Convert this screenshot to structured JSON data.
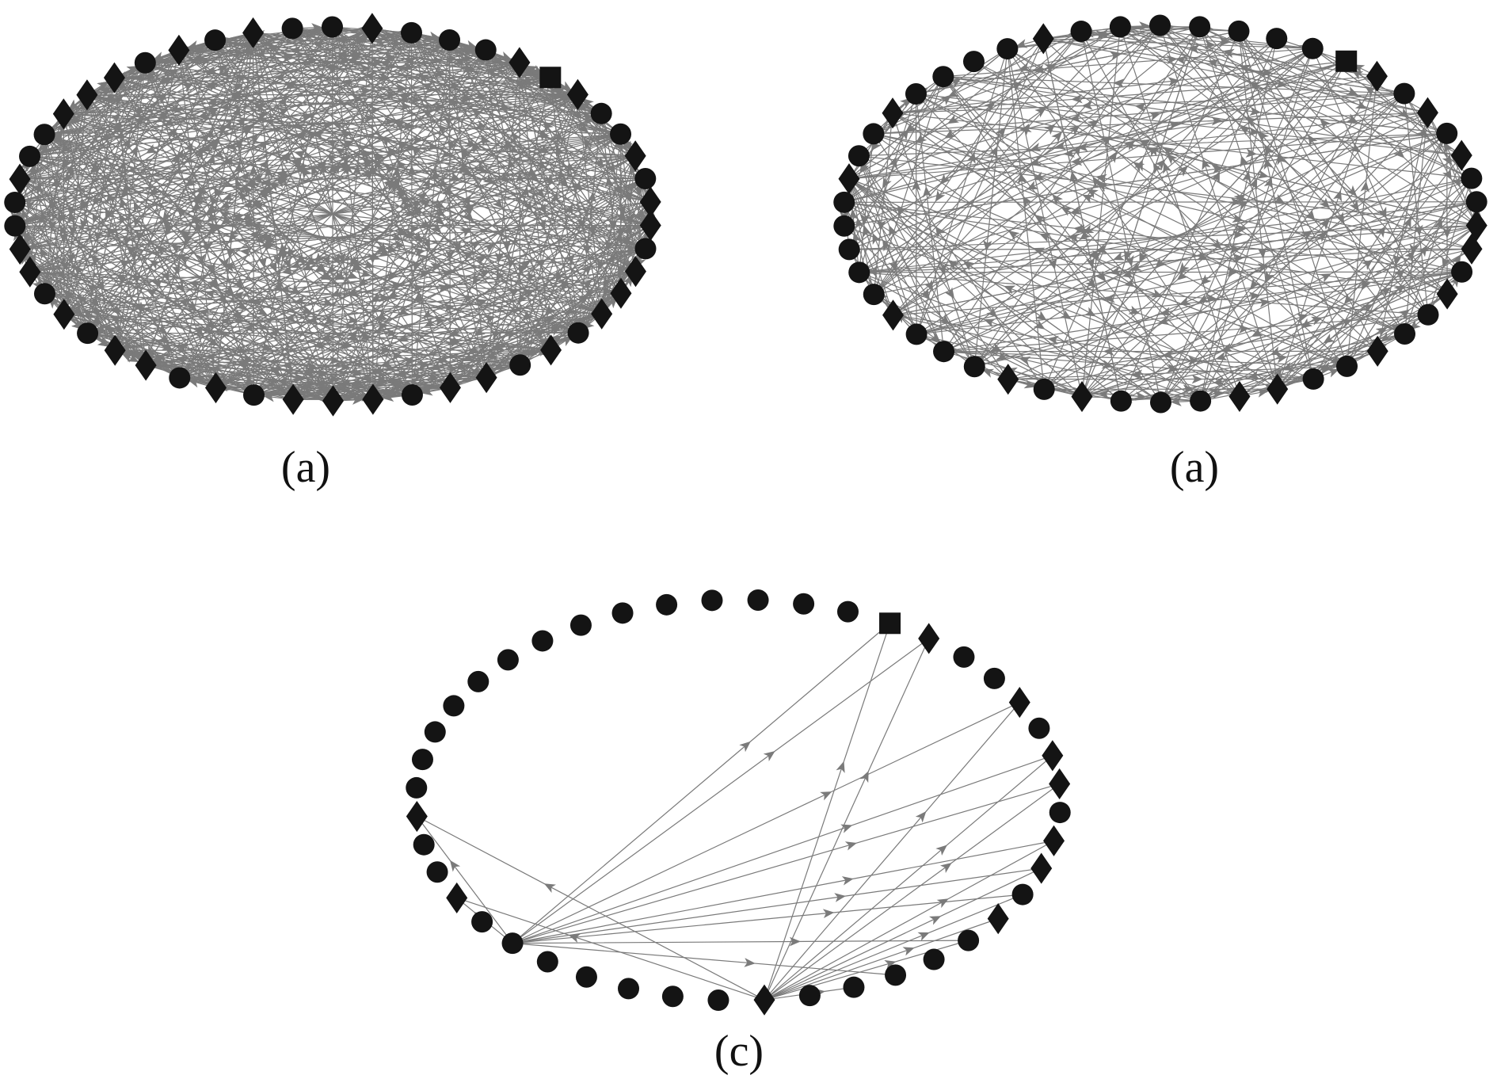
{
  "panels": [
    {
      "id": "panel-a-left",
      "caption": "(a)",
      "density": "very-dense",
      "node_shapes": [
        "circle",
        "diamond",
        "circle",
        "circle",
        "diamond",
        "diamond",
        "diamond",
        "circle",
        "diamond",
        "circle",
        "diamond",
        "circle",
        "circle",
        "diamond",
        "circle",
        "circle",
        "circle",
        "diamond",
        "square",
        "diamond",
        "circle",
        "circle",
        "diamond",
        "circle",
        "diamond",
        "diamond",
        "circle",
        "diamond",
        "diamond",
        "diamond",
        "circle",
        "diamond",
        "circle",
        "diamond",
        "diamond",
        "circle",
        "diamond",
        "diamond",
        "diamond",
        "circle",
        "diamond",
        "circle",
        "diamond",
        "diamond",
        "circle",
        "diamond",
        "circle",
        "diamond",
        "diamond",
        "circle"
      ],
      "edges": []
    },
    {
      "id": "panel-a-right",
      "caption": "(a)",
      "density": "medium",
      "node_shapes": [
        "circle",
        "diamond",
        "circle",
        "circle",
        "diamond",
        "circle",
        "circle",
        "circle",
        "circle",
        "diamond",
        "circle",
        "circle",
        "circle",
        "circle",
        "circle",
        "circle",
        "circle",
        "square",
        "diamond",
        "circle",
        "diamond",
        "circle",
        "diamond",
        "circle",
        "circle",
        "diamond",
        "diamond",
        "circle",
        "diamond",
        "circle",
        "circle",
        "diamond",
        "circle",
        "circle",
        "diamond",
        "diamond",
        "circle",
        "circle",
        "circle",
        "diamond",
        "circle",
        "diamond",
        "circle",
        "circle",
        "circle",
        "diamond",
        "circle",
        "circle",
        "circle",
        "circle"
      ],
      "edges": []
    },
    {
      "id": "panel-c",
      "caption": "(c)",
      "density": "sparse",
      "node_shapes": [
        "circle",
        "circle",
        "circle",
        "circle",
        "circle",
        "circle",
        "circle",
        "circle",
        "circle",
        "circle",
        "circle",
        "circle",
        "circle",
        "circle",
        "square",
        "diamond",
        "circle",
        "circle",
        "diamond",
        "circle",
        "diamond",
        "diamond",
        "circle",
        "diamond",
        "diamond",
        "circle",
        "diamond",
        "circle",
        "circle",
        "circle",
        "circle",
        "circle",
        "diamond",
        "circle",
        "circle",
        "circle",
        "circle",
        "circle",
        "circle",
        "circle",
        "diamond",
        "circle",
        "circle",
        "diamond"
      ],
      "edges": [
        [
          32,
          43
        ],
        [
          32,
          40
        ],
        [
          32,
          14
        ],
        [
          32,
          15
        ],
        [
          32,
          20
        ],
        [
          32,
          25
        ],
        [
          32,
          23
        ],
        [
          32,
          24
        ],
        [
          32,
          26
        ],
        [
          32,
          18
        ],
        [
          32,
          21
        ],
        [
          32,
          27
        ],
        [
          32,
          30
        ],
        [
          38,
          43
        ],
        [
          38,
          40
        ],
        [
          38,
          15
        ],
        [
          38,
          14
        ],
        [
          38,
          18
        ],
        [
          38,
          20
        ],
        [
          38,
          21
        ],
        [
          38,
          23
        ],
        [
          38,
          24
        ],
        [
          38,
          25
        ],
        [
          38,
          27
        ],
        [
          38,
          29
        ]
      ]
    }
  ],
  "colors": {
    "node": "#141414",
    "edge": "#7a7a7a",
    "background": "#ffffff"
  },
  "icons": {
    "circle": "filled-circle-node",
    "diamond": "filled-diamond-node",
    "square": "filled-square-node"
  }
}
